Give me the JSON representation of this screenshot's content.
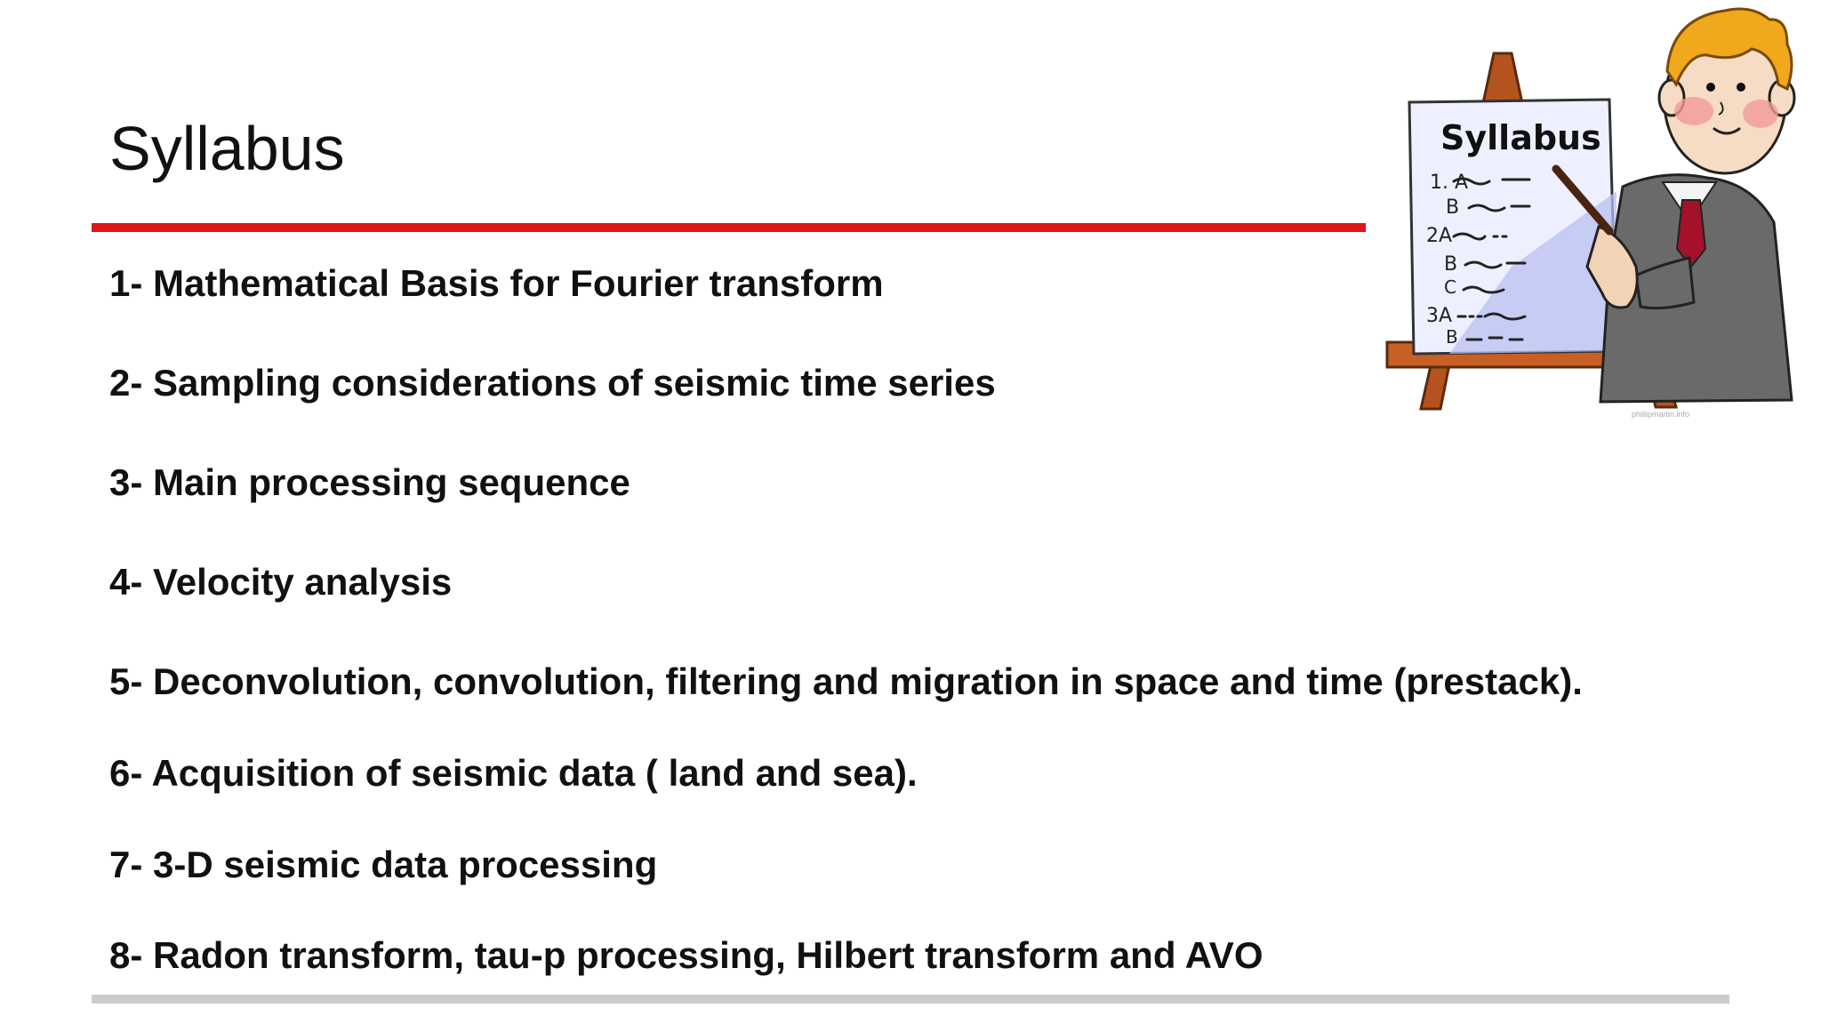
{
  "slide": {
    "title": "Syllabus",
    "items": [
      "1- Mathematical Basis for Fourier transform",
      "2- Sampling considerations of seismic time series",
      "3- Main processing sequence",
      "4- Velocity analysis",
      "5- Deconvolution, convolution, filtering and migration in space and time (prestack).",
      "6- Acquisition of seismic data ( land and sea).",
      "7- 3-D seismic data processing",
      "8- Radon transform, tau-p processing, Hilbert transform and AVO"
    ]
  },
  "clipart": {
    "board_heading": "Syllabus",
    "board_lines": [
      "1. A",
      "B",
      "2A",
      "B",
      "C",
      "3A",
      "B"
    ],
    "credit": "phillipmartin.info"
  },
  "colors": {
    "accent_rule": "#e01519",
    "footer_rule": "#cccccc",
    "text": "#111111"
  }
}
